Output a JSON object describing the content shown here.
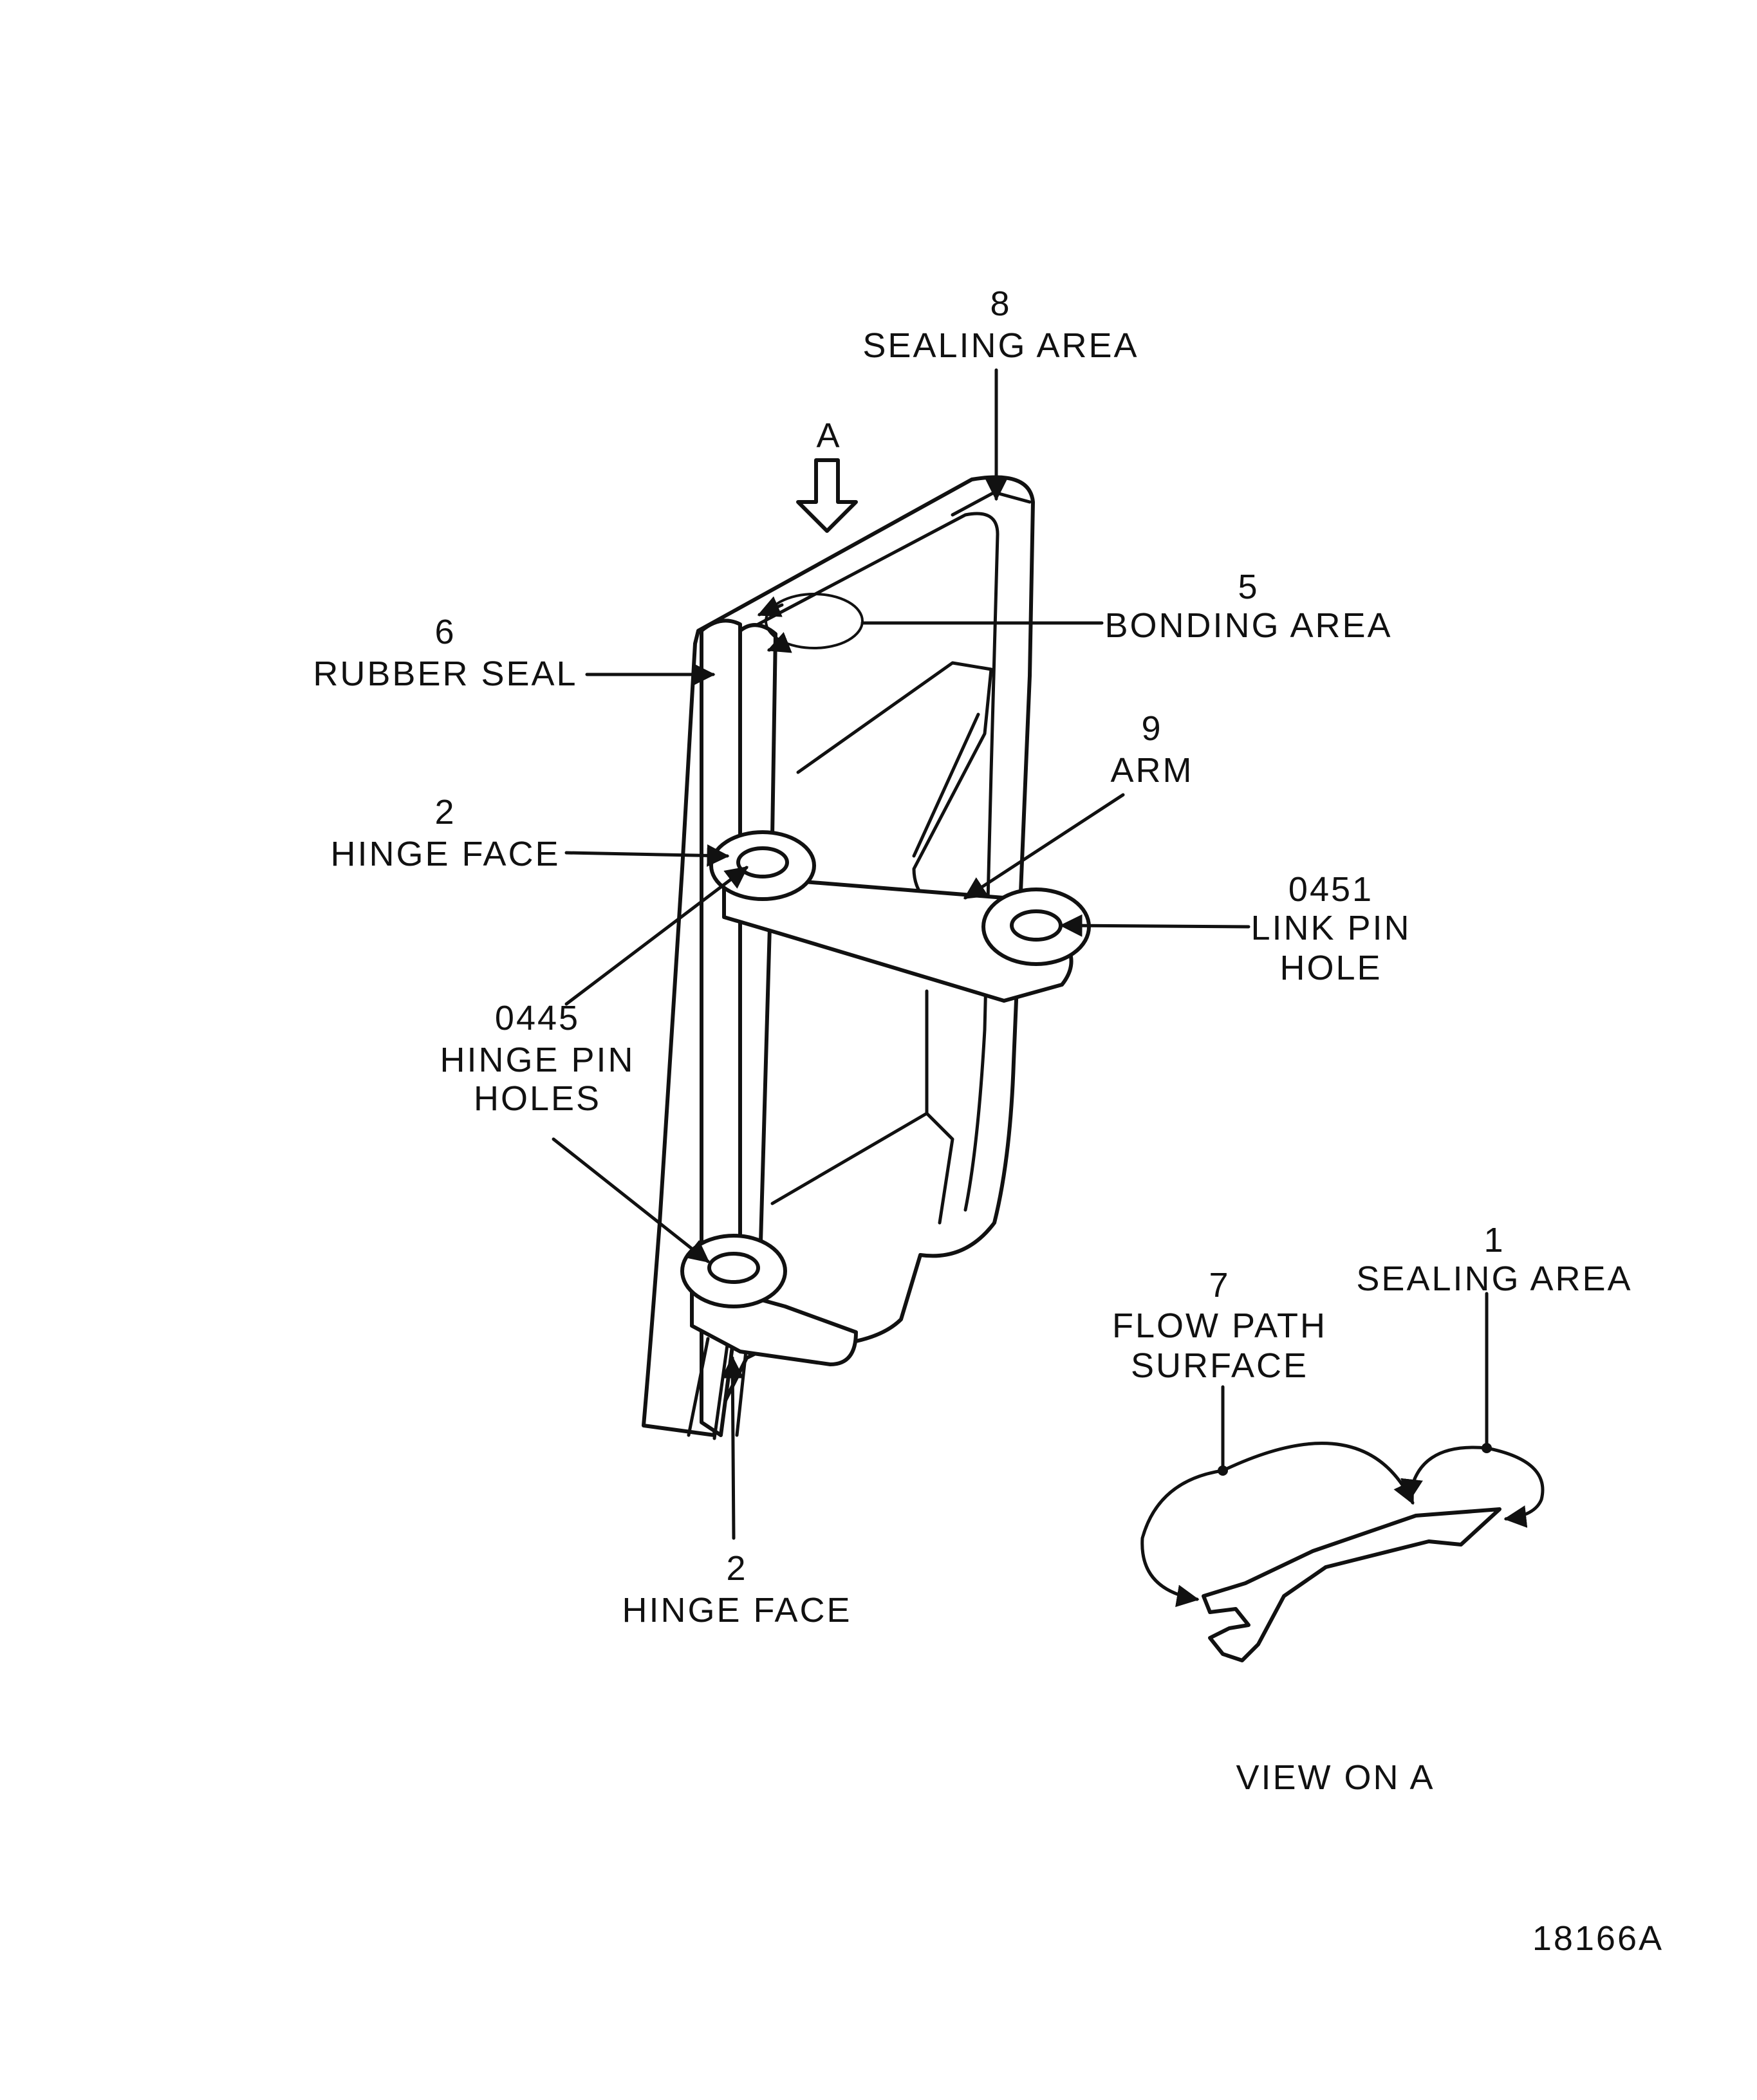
{
  "labels": {
    "sealing_area_top": {
      "num": "8",
      "text": "SEALING  AREA"
    },
    "view_arrow": "A",
    "bonding_area": {
      "num": "5",
      "text": "BONDING  AREA"
    },
    "rubber_seal": {
      "num": "6",
      "text": "RUBBER  SEAL"
    },
    "arm": {
      "num": "9",
      "text": "ARM"
    },
    "hinge_face_upper": {
      "num": "2",
      "text": "HINGE  FACE"
    },
    "link_pin_hole": {
      "num": "0451",
      "line1": "LINK  PIN",
      "line2": "HOLE"
    },
    "hinge_pin_holes": {
      "num": "0445",
      "line1": "HINGE  PIN",
      "line2": "HOLES"
    },
    "sealing_area_view": {
      "num": "1",
      "text": "SEALING  AREA"
    },
    "flow_path": {
      "num": "7",
      "line1": "FLOW  PATH",
      "line2": "SURFACE"
    },
    "hinge_face_lower": {
      "num": "2",
      "text": "HINGE  FACE"
    },
    "view_caption": "VIEW  ON  A",
    "figure_id": "18166A"
  }
}
